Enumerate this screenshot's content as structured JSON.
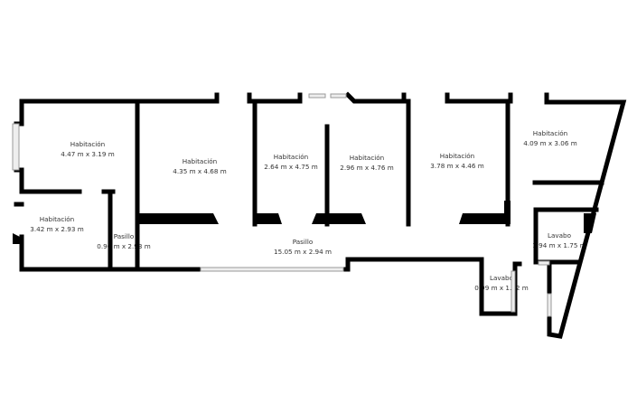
{
  "rooms": [
    {
      "name": "Habitación",
      "size": "4.47 m x 3.19 m"
    },
    {
      "name": "Habitación",
      "size": "4.35 m x 4.68 m"
    },
    {
      "name": "Habitación",
      "size": "2.64 m x 4.75 m"
    },
    {
      "name": "Habitación",
      "size": "2.96 m x 4.76 m"
    },
    {
      "name": "Habitación",
      "size": "3.78 m x 4.46 m"
    },
    {
      "name": "Habitación",
      "size": "4.09 m x 3.06 m"
    },
    {
      "name": "Habitación",
      "size": "3.42 m x 2.93 m"
    },
    {
      "name": "Pasillo",
      "size": "0.96 m x 2.93 m"
    },
    {
      "name": "Pasillo",
      "size": "15.05 m x 2.94 m"
    },
    {
      "name": "Lavabo",
      "size": "1.94 m x 1.75 m"
    },
    {
      "name": "Lavabo",
      "size": "0.99 m x 1.72 m"
    }
  ],
  "colors": {
    "wall": "#000000",
    "window": "#cccccc",
    "text": "#333333"
  }
}
